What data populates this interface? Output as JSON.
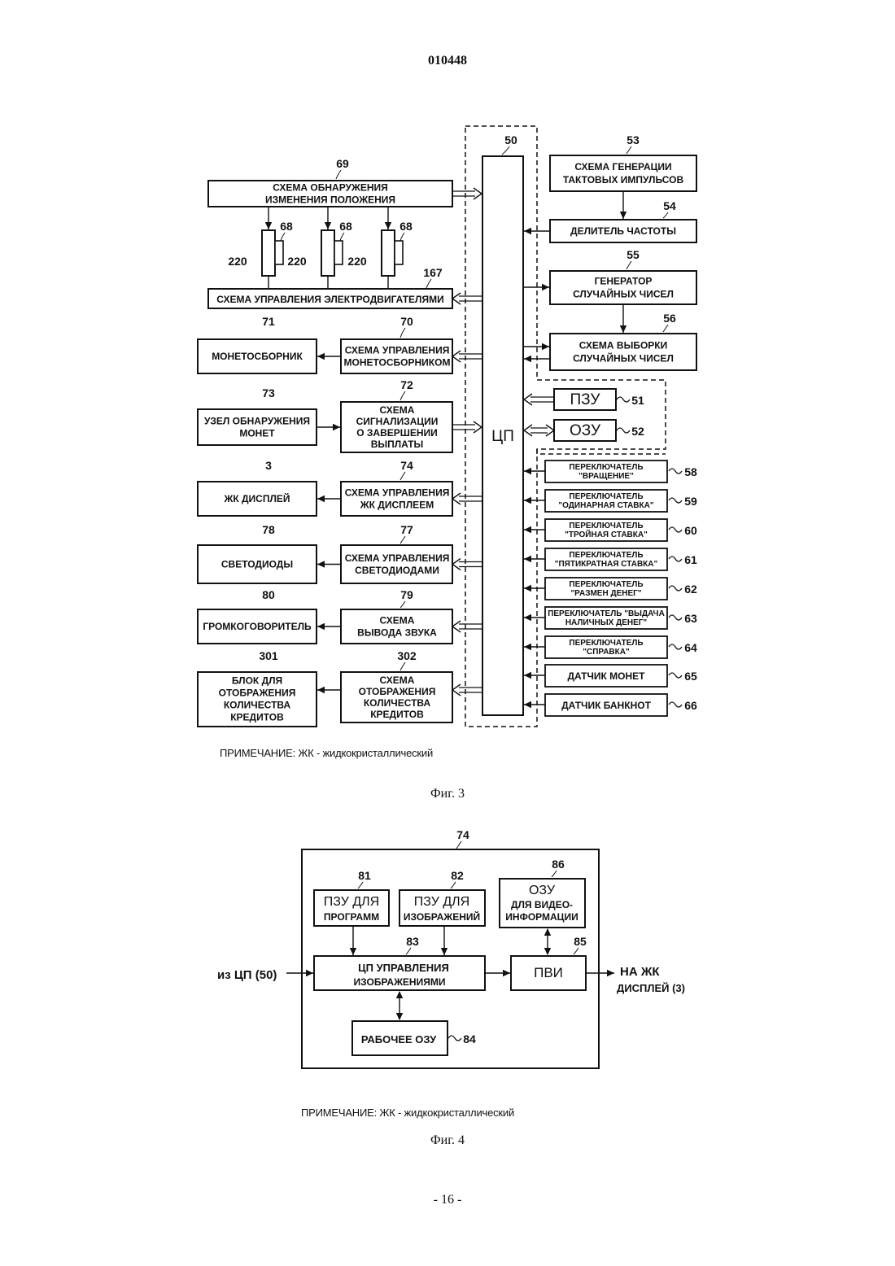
{
  "header": {
    "doc_number": "010448"
  },
  "fig3": {
    "caption": "Фиг. 3",
    "note": "ПРИМЕЧАНИЕ:   ЖК - жидкокристаллический",
    "cpu": {
      "label": "ЦП",
      "ref": "50"
    },
    "left_blocks": [
      {
        "id": "position-change-detector",
        "ref": "69",
        "lines": [
          "СХЕМА ОБНАРУЖЕНИЯ",
          "ИЗМЕНЕНИЯ ПОЛОЖЕНИЯ"
        ]
      },
      {
        "id": "motor-control-circuit",
        "ref": "167",
        "lines": [
          "СХЕМА УПРАВЛЕНИЯ ЭЛЕКТРОДВИГАТЕЛЯМИ"
        ]
      },
      {
        "id": "hopper-control-circuit",
        "ref": "70",
        "lines": [
          "СХЕМА УПРАВЛЕНИЯ",
          "МОНЕТОСБОРНИКОМ"
        ]
      },
      {
        "id": "hopper",
        "ref": "71",
        "lines": [
          "МОНЕТОСБОРНИК"
        ]
      },
      {
        "id": "payout-complete-signal",
        "ref": "72",
        "lines": [
          "СХЕМА",
          "СИГНАЛИЗАЦИИ",
          "О ЗАВЕРШЕНИИ",
          "ВЫПЛАТЫ"
        ]
      },
      {
        "id": "coin-detector",
        "ref": "73",
        "lines": [
          "УЗЕЛ ОБНАРУЖЕНИЯ",
          "МОНЕТ"
        ]
      },
      {
        "id": "lcd-control-circuit",
        "ref": "74",
        "lines": [
          "СХЕМА УПРАВЛЕНИЯ",
          "ЖК ДИСПЛЕЕМ"
        ]
      },
      {
        "id": "lcd-display",
        "ref": "3",
        "lines": [
          "ЖК ДИСПЛЕЙ"
        ]
      },
      {
        "id": "led-control-circuit",
        "ref": "77",
        "lines": [
          "СХЕМА УПРАВЛЕНИЯ",
          "СВЕТОДИОДАМИ"
        ]
      },
      {
        "id": "leds",
        "ref": "78",
        "lines": [
          "СВЕТОДИОДЫ"
        ]
      },
      {
        "id": "sound-output-circuit",
        "ref": "79",
        "lines": [
          "СХЕМА",
          "ВЫВОДА ЗВУКА"
        ]
      },
      {
        "id": "speaker",
        "ref": "80",
        "lines": [
          "ГРОМКОГОВОРИТЕЛЬ"
        ]
      },
      {
        "id": "credit-display-circuit",
        "ref": "302",
        "lines": [
          "СХЕМА",
          "ОТОБРАЖЕНИЯ",
          "КОЛИЧЕСТВА",
          "КРЕДИТОВ"
        ]
      },
      {
        "id": "credit-display-unit",
        "ref": "301",
        "lines": [
          "БЛОК ДЛЯ",
          "ОТОБРАЖЕНИЯ",
          "КОЛИЧЕСТВА",
          "КРЕДИТОВ"
        ]
      }
    ],
    "reels": {
      "reel_ref": "220",
      "sensor_ref": "68"
    },
    "right_blocks": [
      {
        "id": "clock-generator",
        "ref": "53",
        "lines": [
          "СХЕМА ГЕНЕРАЦИИ",
          "ТАКТОВЫХ ИМПУЛЬСОВ"
        ]
      },
      {
        "id": "frequency-divider",
        "ref": "54",
        "lines": [
          "ДЕЛИТЕЛЬ ЧАСТОТЫ"
        ]
      },
      {
        "id": "random-generator",
        "ref": "55",
        "lines": [
          "ГЕНЕРАТОР",
          "СЛУЧАЙНЫХ ЧИСЕЛ"
        ]
      },
      {
        "id": "random-sampler",
        "ref": "56",
        "lines": [
          "СХЕМА ВЫБОРКИ",
          "СЛУЧАЙНЫХ ЧИСЕЛ"
        ]
      },
      {
        "id": "rom",
        "ref": "51",
        "lines": [
          "ПЗУ"
        ]
      },
      {
        "id": "ram",
        "ref": "52",
        "lines": [
          "ОЗУ"
        ]
      }
    ],
    "switches": [
      {
        "ref": "58",
        "lines": [
          "ПЕРЕКЛЮЧАТЕЛЬ",
          "\"ВРАЩЕНИЕ\""
        ]
      },
      {
        "ref": "59",
        "lines": [
          "ПЕРЕКЛЮЧАТЕЛЬ",
          "\"ОДИНАРНАЯ СТАВКА\""
        ]
      },
      {
        "ref": "60",
        "lines": [
          "ПЕРЕКЛЮЧАТЕЛЬ",
          "\"ТРОЙНАЯ СТАВКА\""
        ]
      },
      {
        "ref": "61",
        "lines": [
          "ПЕРЕКЛЮЧАТЕЛЬ",
          "\"ПЯТИКРАТНАЯ СТАВКА\""
        ]
      },
      {
        "ref": "62",
        "lines": [
          "ПЕРЕКЛЮЧАТЕЛЬ",
          "\"РАЗМЕН ДЕНЕГ\""
        ]
      },
      {
        "ref": "63",
        "lines": [
          "ПЕРЕКЛЮЧАТЕЛЬ \"ВЫДАЧА",
          "НАЛИЧНЫХ ДЕНЕГ\""
        ]
      },
      {
        "ref": "64",
        "lines": [
          "ПЕРЕКЛЮЧАТЕЛЬ",
          "\"СПРАВКА\""
        ]
      },
      {
        "ref": "65",
        "lines": [
          "ДАТЧИК МОНЕТ"
        ]
      },
      {
        "ref": "66",
        "lines": [
          "ДАТЧИК БАНКНОТ"
        ]
      }
    ]
  },
  "fig4": {
    "caption": "Фиг. 4",
    "note": "ПРИМЕЧАНИЕ:   ЖК - жидкокристаллический",
    "container_ref": "74",
    "blocks": [
      {
        "id": "program-rom",
        "ref": "81",
        "lines": [
          "ПЗУ ДЛЯ",
          "ПРОГРАММ"
        ]
      },
      {
        "id": "image-rom",
        "ref": "82",
        "lines": [
          "ПЗУ ДЛЯ",
          "ИЗОБРАЖЕНИЙ"
        ]
      },
      {
        "id": "video-ram",
        "ref": "86",
        "lines": [
          "ОЗУ",
          "ДЛЯ ВИДЕО-",
          "ИНФОРМАЦИИ"
        ]
      },
      {
        "id": "image-cpu",
        "ref": "83",
        "lines": [
          "ЦП УПРАВЛЕНИЯ",
          "ИЗОБРАЖЕНИЯМИ"
        ]
      },
      {
        "id": "pvi",
        "ref": "85",
        "lines": [
          "ПВИ"
        ]
      },
      {
        "id": "work-ram",
        "ref": "84",
        "lines": [
          "РАБОЧЕЕ ОЗУ"
        ]
      }
    ],
    "input_label": "из ЦП (50)",
    "output_lines": [
      "НА ЖК",
      "ДИСПЛЕЙ (3)"
    ]
  },
  "footer": {
    "page_number": "- 16 -"
  }
}
